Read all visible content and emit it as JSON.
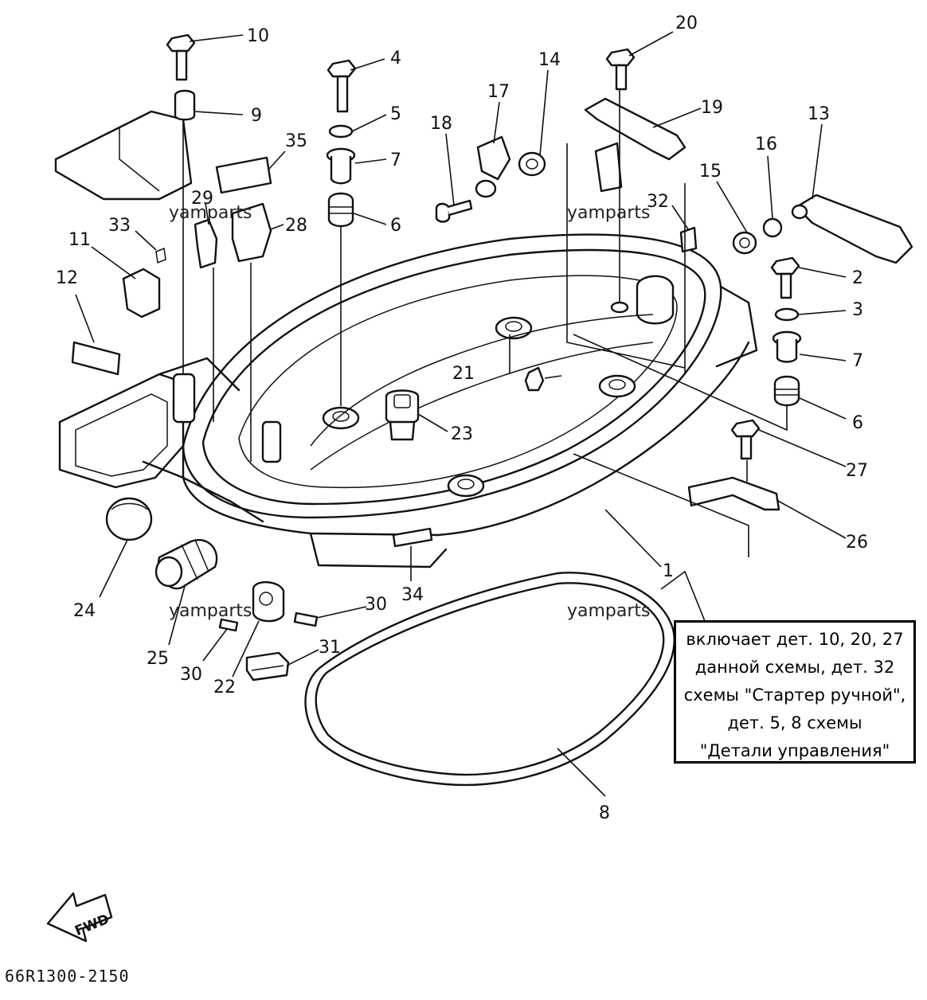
{
  "diagram": {
    "callouts": [
      "10",
      "4",
      "5",
      "7",
      "6",
      "9",
      "35",
      "29",
      "28",
      "33",
      "11",
      "12",
      "18",
      "17",
      "14",
      "20",
      "19",
      "13",
      "16",
      "15",
      "32",
      "2",
      "3",
      "7",
      "6",
      "21",
      "23",
      "27",
      "26",
      "1",
      "34",
      "24",
      "25",
      "30",
      "30",
      "22",
      "31",
      "8"
    ],
    "watermarks": [
      "yamparts",
      "yamparts",
      "yamparts",
      "yamparts"
    ],
    "note_lines": [
      "включает дет. 10, 20, 27",
      "данной схемы, дет. 32",
      "схемы \"Стартер ручной\",",
      "дет. 5, 8 схемы",
      "\"Детали управления\""
    ],
    "fwd_label": "FWD",
    "drawing_code": "66R1300-2150"
  }
}
